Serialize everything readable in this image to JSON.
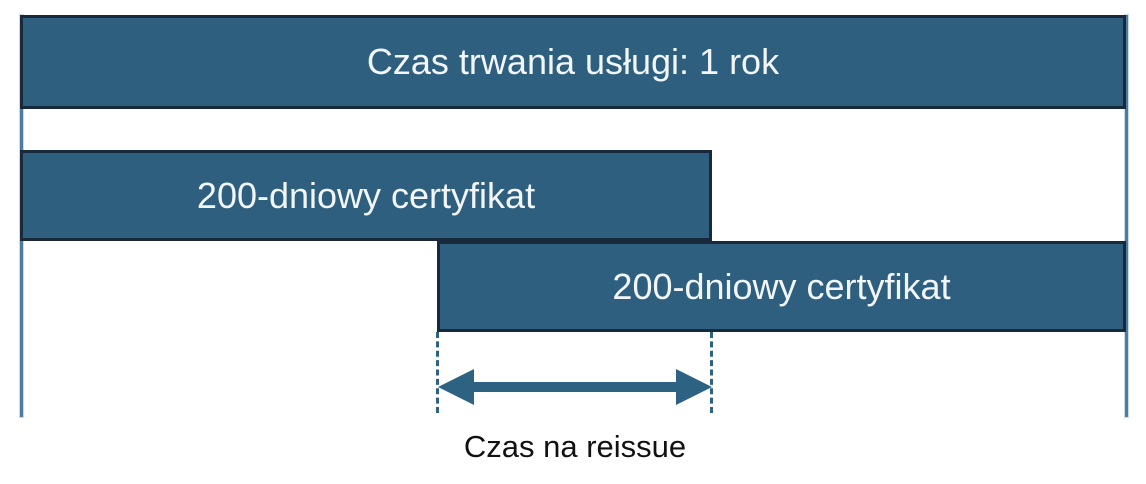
{
  "diagram": {
    "bars": [
      {
        "id": "service",
        "label": "Czas trwania usługi: 1 rok"
      },
      {
        "id": "cert1",
        "label": "200-dniowy certyfikat"
      },
      {
        "id": "cert2",
        "label": "200-dniowy certyfikat"
      }
    ],
    "reissue_label": "Czas na reissue",
    "icons": {
      "overlap_arrow": "double-headed-arrow-icon"
    },
    "colors": {
      "bar_fill": "#2E5F7E",
      "bar_border": "#17293A",
      "guide_line": "#4C7CA0",
      "accent": "#2E6283",
      "label_text": "#F2F6F9",
      "caption_text": "#111111"
    }
  }
}
